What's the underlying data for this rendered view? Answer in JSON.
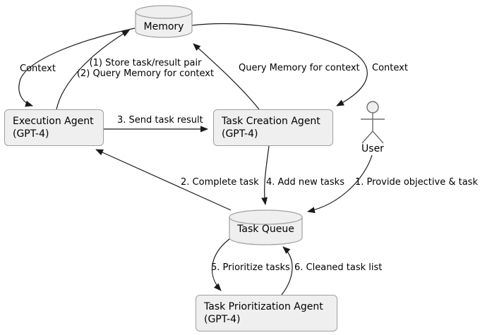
{
  "diagram": {
    "nodes": {
      "memory": {
        "label": "Memory"
      },
      "execution_agent": {
        "line1": "Execution Agent",
        "line2": "(GPT-4)"
      },
      "task_creation_agent": {
        "line1": "Task Creation Agent",
        "line2": "(GPT-4)"
      },
      "user": {
        "label": "User"
      },
      "task_queue": {
        "label": "Task Queue"
      },
      "task_prioritization_agent": {
        "line1": "Task Prioritization Agent",
        "line2": "(GPT-4)"
      }
    },
    "edge_labels": {
      "context_left": "Context",
      "store_query_line1": "(1) Store task/result pair",
      "store_query_line2": "(2) Query Memory for context",
      "query_memory": "Query Memory for context",
      "context_right": "Context",
      "send_task_result": "3. Send task result",
      "complete_task": "2. Complete task",
      "add_new_tasks": "4. Add new tasks",
      "provide_objective": "1. Provide objective & task",
      "prioritize_tasks": "5. Prioritize tasks",
      "cleaned_task_list": "6. Cleaned task list"
    },
    "colors": {
      "background": "#ffffff",
      "node_fill": "#efefef",
      "node_border": "#a0a0a0",
      "edge": "#1a1a1a",
      "text": "#000000"
    }
  }
}
